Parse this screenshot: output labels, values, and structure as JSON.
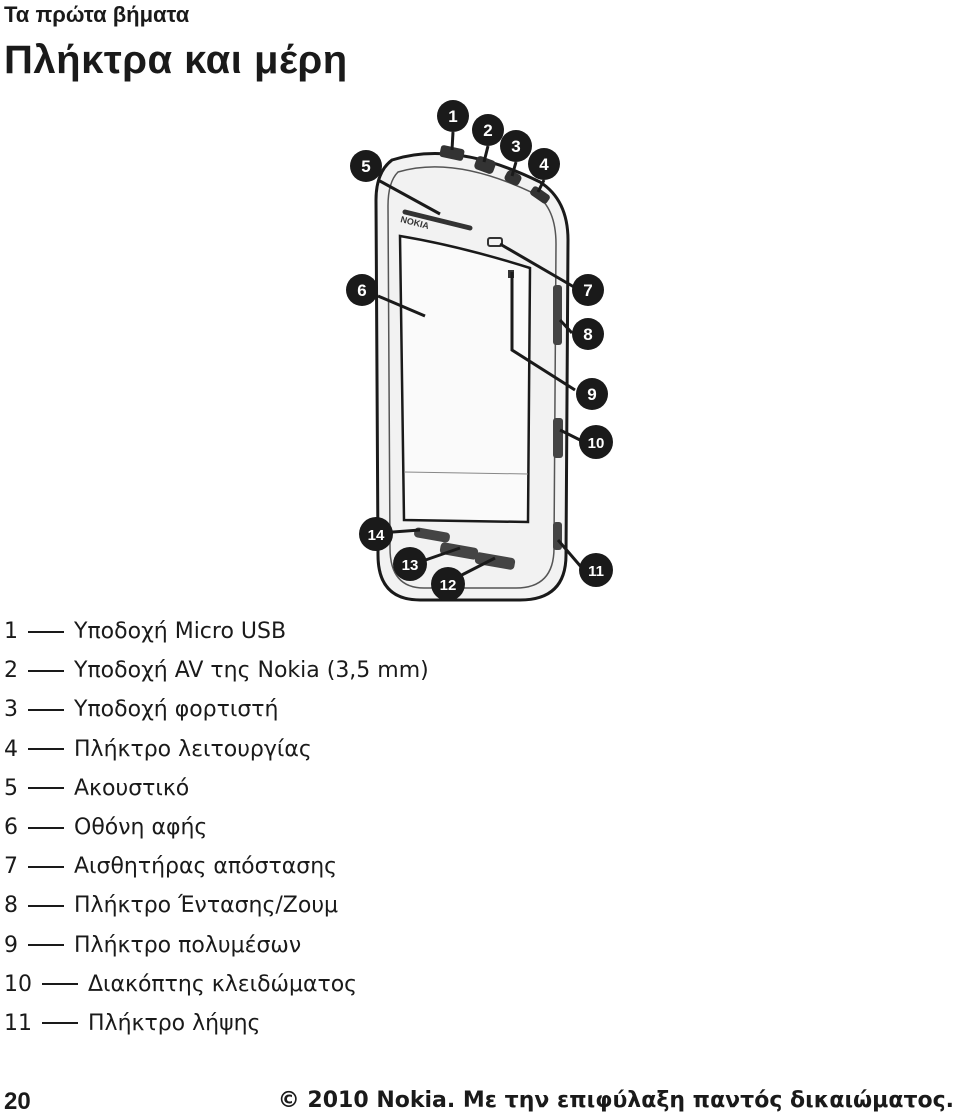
{
  "page": {
    "running_header": "Τα πρώτα βήματα",
    "section_title": "Πλήκτρα και μέρη"
  },
  "figure": {
    "brand_text": "NOKIA",
    "callouts": [
      "1",
      "2",
      "3",
      "4",
      "5",
      "6",
      "7",
      "8",
      "9",
      "10",
      "11",
      "12",
      "13",
      "14"
    ]
  },
  "legend": [
    {
      "num": "1",
      "text": "Υποδοχή Micro USB"
    },
    {
      "num": "2",
      "text": "Υποδοχή AV της Nokia (3,5 mm)"
    },
    {
      "num": "3",
      "text": "Υποδοχή φορτιστή"
    },
    {
      "num": "4",
      "text": "Πλήκτρο λειτουργίας"
    },
    {
      "num": "5",
      "text": "Ακουστικό"
    },
    {
      "num": "6",
      "text": "Οθόνη αφής"
    },
    {
      "num": "7",
      "text": "Αισθητήρας απόστασης"
    },
    {
      "num": "8",
      "text": "Πλήκτρο Έντασης/Ζουμ"
    },
    {
      "num": "9",
      "text": "Πλήκτρο πολυμέσων"
    },
    {
      "num": "10",
      "text": "Διακόπτης κλειδώματος"
    },
    {
      "num": "11",
      "text": "Πλήκτρο λήψης"
    }
  ],
  "footer": {
    "page_number": "20",
    "copyright": "© 2010 Nokia. Με την επιφύλαξη παντός δικαιώματος."
  }
}
